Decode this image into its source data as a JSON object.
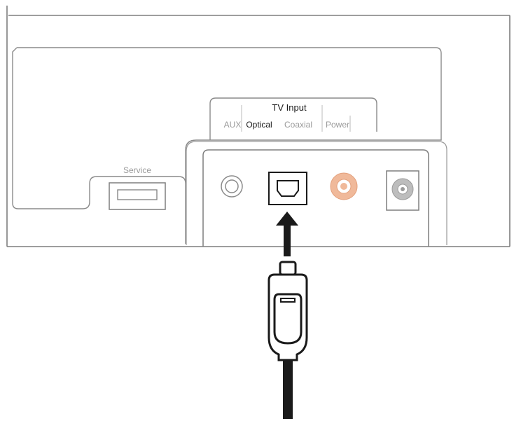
{
  "diagram": {
    "tv_input_label": "TV Input",
    "port_labels": [
      "AUX",
      "Optical",
      "Coaxial",
      "Power"
    ],
    "highlighted_port": "Optical",
    "service_label": "Service"
  },
  "colors": {
    "line": "#7f7f7f",
    "dark": "#1a1a1a",
    "coax_accent": "#f0b99a",
    "power_accent": "#bdbdbd",
    "label_muted": "#9a9a9a"
  },
  "icons": {
    "aux_port": "aux-jack-icon",
    "optical_port": "optical-toslink-icon",
    "coaxial_port": "coaxial-jack-icon",
    "power_port": "power-jack-icon",
    "usb_port": "usb-service-port-icon",
    "arrow": "up-arrow-icon",
    "cable": "optical-cable-plug-icon"
  }
}
